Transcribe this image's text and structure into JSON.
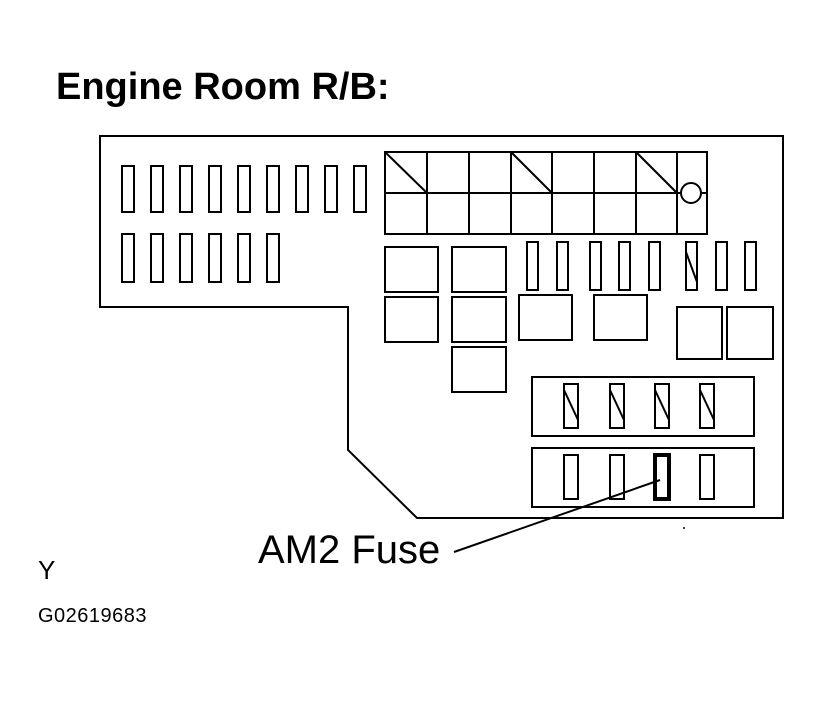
{
  "diagram": {
    "title": "Engine Room R/B:",
    "callout_label": "AM2 Fuse",
    "orientation_marker": "Y",
    "figure_code": "G02619683"
  }
}
